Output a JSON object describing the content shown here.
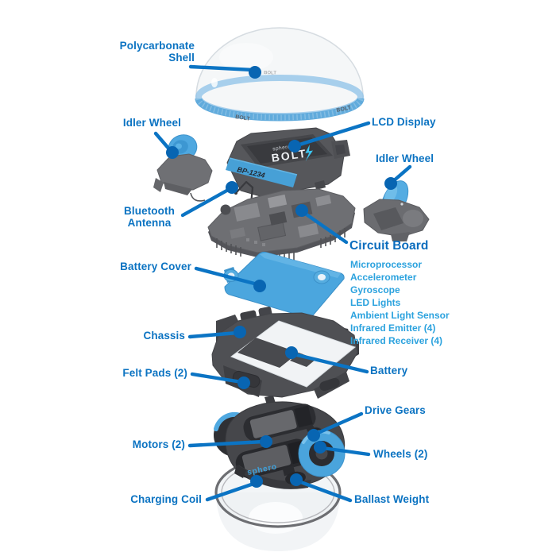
{
  "colors": {
    "label_blue": "#0b73c2",
    "heading_blue": "#0a6cbd",
    "sublabel_blue": "#2ba2de",
    "leader_line_blue": "#0b74c4",
    "leader_dot_blue": "#0865b2",
    "part_blue": "#4ba6de",
    "part_dark_gray": "#4a4b4f"
  },
  "labels": {
    "polycarbonate_shell": "Polycarbonate Shell",
    "idler_wheel_left": "Idler Wheel",
    "lcd_display": "LCD Display",
    "idler_wheel_right": "Idler Wheel",
    "bluetooth_antenna": "Bluetooth Antenna",
    "circuit_board": {
      "heading": "Circuit Board",
      "items": [
        "Microprocessor",
        "Accelerometer",
        "Gyroscope",
        "LED Lights",
        "Ambient Light Sensor",
        "Infrared Emitter (4)",
        "Infrared Receiver (4)"
      ]
    },
    "battery_cover": "Battery Cover",
    "chassis": "Chassis",
    "battery": "Battery",
    "felt_pads": "Felt Pads (2)",
    "drive_gears": "Drive Gears",
    "motors": "Motors (2)",
    "wheels": "Wheels (2)",
    "charging_coil": "Charging Coil",
    "ballast_weight": "Ballast Weight"
  },
  "artwork_text": {
    "shell_band_logo": "BOLT",
    "lcd_brand": "sphero",
    "lcd_logo": "BOLT",
    "lcd_model": "BP-1234",
    "motor_brand": "sphero"
  }
}
